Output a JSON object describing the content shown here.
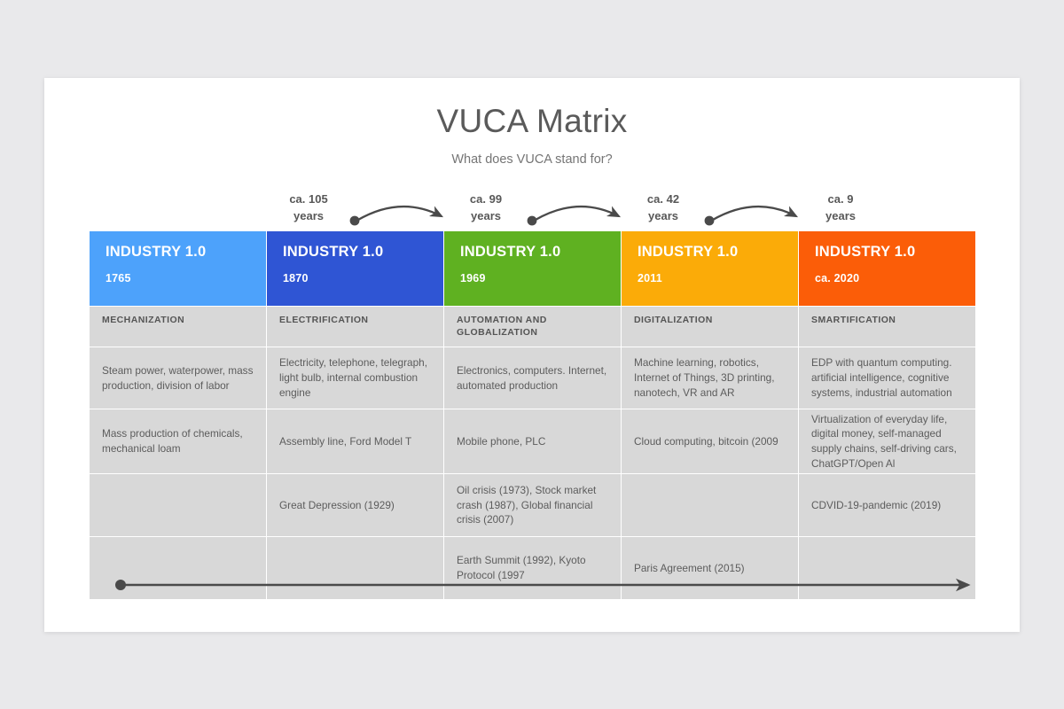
{
  "slide": {
    "title": "VUCA Matrix",
    "subtitle": "What does VUCA stand for?"
  },
  "intervals": [
    {
      "line1": "ca. 105",
      "line2": "years"
    },
    {
      "line1": "ca. 99",
      "line2": "years"
    },
    {
      "line1": "ca. 42",
      "line2": "years"
    },
    {
      "line1": "ca. 9",
      "line2": "years"
    }
  ],
  "colors": {
    "light_blue": "#4da2fb",
    "blue": "#2f55d4",
    "green": "#5fb121",
    "amber": "#fbab08",
    "orange": "#fb5d08",
    "cell_gray": "#d8d8d8",
    "text_gray": "#5c5c5c",
    "page_bg": "#e9e9eb",
    "arrow_gray": "#4a4a4a"
  },
  "columns": [
    {
      "header": "INDUSTRY 1.0",
      "year": "1765",
      "color": "#4da2fb",
      "label": "MECHANIZATION",
      "rows": [
        "Steam power, waterpower, mass production, division of labor",
        "Mass production of chemicals, mechanical loam",
        "",
        ""
      ]
    },
    {
      "header": "INDUSTRY 1.0",
      "year": "1870",
      "color": "#2f55d4",
      "label": "ELECTRIFICATION",
      "rows": [
        "Electricity, telephone, telegraph, light bulb, internal combustion engine",
        "Assembly line, Ford Model T",
        "Great Depression (1929)",
        ""
      ]
    },
    {
      "header": "INDUSTRY 1.0",
      "year": "1969",
      "color": "#5fb121",
      "label": "AUTOMATION AND GLOBALIZATION",
      "rows": [
        "Electronics, computers. Internet, automated production",
        "Mobile phone, PLC",
        "Oil crisis (1973), Stock market crash (1987), Global financial crisis (2007)",
        "Earth Summit (1992), Kyoto Protocol (1997"
      ]
    },
    {
      "header": "INDUSTRY 1.0",
      "year": "2011",
      "color": "#fbab08",
      "label": "DIGITALIZATION",
      "rows": [
        "Machine learning, robotics, Internet of Things, 3D printing, nanotech, VR and AR",
        "Cloud computing, bitcoin (2009",
        "",
        "Paris Agreement (2015)"
      ]
    },
    {
      "header": "INDUSTRY 1.0",
      "year": "ca. 2020",
      "color": "#fb5d08",
      "label": "SMARTIFICATION",
      "rows": [
        "EDP with quantum computing. artificial intelligence, cognitive systems, industrial automation",
        "Virtualization of everyday life, digital money, self-managed supply chains, self-driving cars, ChatGPT/Open Al",
        "CDVID-19-pandemic (2019)",
        ""
      ]
    }
  ]
}
